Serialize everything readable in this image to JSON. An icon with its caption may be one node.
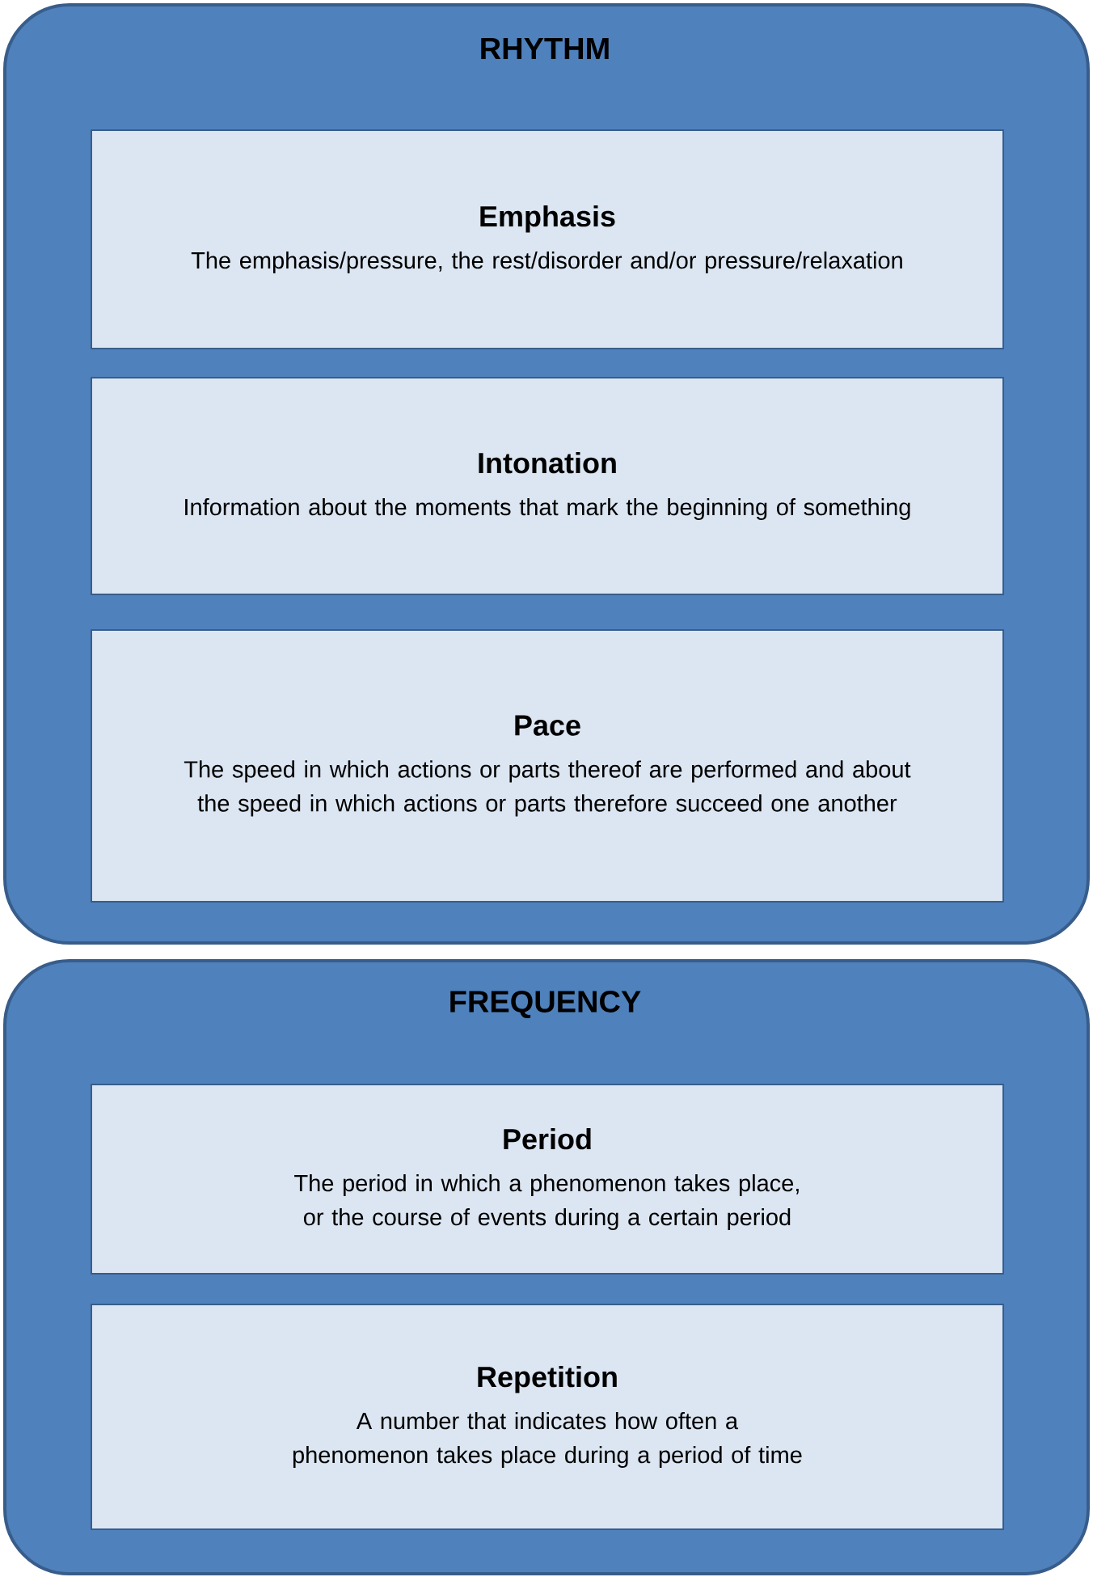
{
  "diagram": {
    "nodes": [
      {
        "text": [
          "RHYTHM"
        ]
      },
      {
        "text": [
          "Emphasis",
          "The emphasis/pressure, the rest/disorder and/or pressure/relaxation"
        ],
        "in": 0
      },
      {
        "text": [
          "Intonation",
          "Information about the moments that mark the beginning of something"
        ],
        "in": 0
      },
      {
        "text": [
          "Pace",
          "The speed in which actions or parts thereof are performed and about the speed in which actions or parts therefore succeed one another"
        ],
        "in": 0
      },
      {
        "text": [
          "FREQUENCY"
        ]
      },
      {
        "text": [
          "Period",
          "The period in which a phenomenon takes place, or the course of events during a certain period"
        ],
        "in": 4
      },
      {
        "text": [
          "Repetition",
          "A number that indicates how often a phenomenon takes place during a period of time"
        ],
        "in": 4
      }
    ]
  }
}
